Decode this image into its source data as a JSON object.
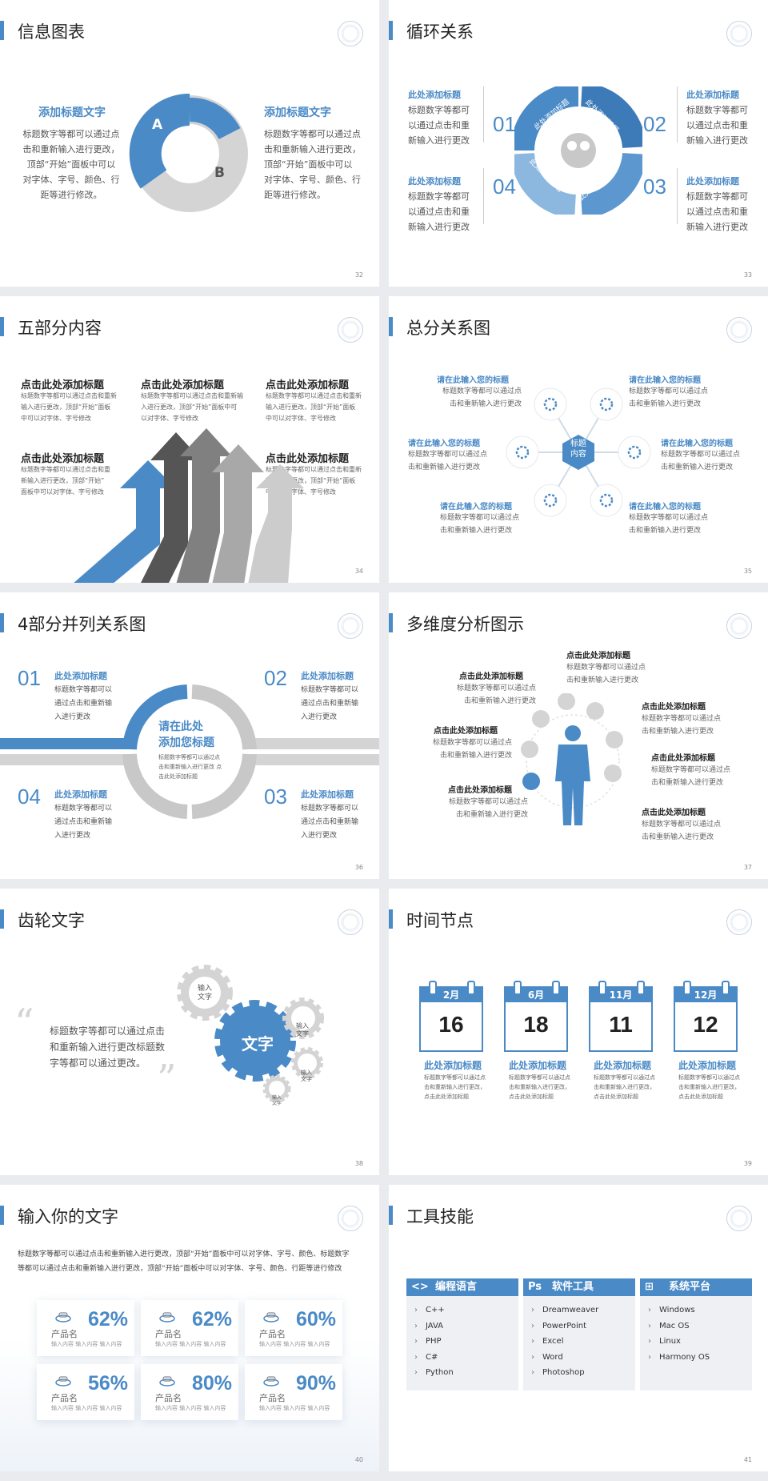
{
  "colors": {
    "accent": "#4a8ac6",
    "grey": "#d4d4d4",
    "dark": "#555555"
  },
  "s32": {
    "title": "信息图表",
    "page": "32",
    "left_h": "添加标题文字",
    "right_h": "添加标题文字",
    "left_lines": [
      "标题数字等都可以通过点",
      "击和重新输入进行更改，",
      "顶部“开始”面板中可以",
      "对字体、字号、颜色、行",
      "距等进行修改。"
    ],
    "right_lines": [
      "标题数字等都可以通过点",
      "击和重新输入进行更改，",
      "顶部“开始”面板中可以",
      "对字体、字号、颜色、行",
      "距等进行修改。"
    ],
    "a": "A",
    "b": "B"
  },
  "s33": {
    "title": "循环关系",
    "page": "33",
    "items": [
      {
        "num": "01",
        "h": "此处添加标题",
        "lines": [
          "标题数字等都可",
          "以通过点击和重",
          "新输入进行更改"
        ]
      },
      {
        "num": "02",
        "h": "此处添加标题",
        "lines": [
          "标题数字等都可",
          "以通过点击和重",
          "新输入进行更改"
        ]
      },
      {
        "num": "03",
        "h": "此处添加标题",
        "lines": [
          "标题数字等都可",
          "以通过点击和重",
          "新输入进行更改"
        ]
      },
      {
        "num": "04",
        "h": "此处添加标题",
        "lines": [
          "标题数字等都可",
          "以通过点击和重",
          "新输入进行更改"
        ]
      }
    ],
    "arc_labels": [
      "此处添加标题",
      "此处添加标题",
      "此处添加标题",
      "此处添加标题"
    ]
  },
  "s34": {
    "title": "五部分内容",
    "page": "34",
    "items": [
      {
        "h": "点击此处添加标题",
        "lines": [
          "标题数字等都可以通过点击和重新",
          "输入进行更改，顶部“开始”面板",
          "中可以对字体、字号修改"
        ]
      },
      {
        "h": "点击此处添加标题",
        "lines": [
          "标题数字等都可以通过点击和重新输",
          "入进行更改，顶部“开始”面板中可",
          "以对字体、字号修改"
        ]
      },
      {
        "h": "点击此处添加标题",
        "lines": [
          "标题数字等都可以通过点击和重新",
          "输入进行更改，顶部“开始”面板",
          "中可以对字体、字号修改"
        ]
      },
      {
        "h": "点击此处添加标题",
        "lines": [
          "标题数字等都可以通过点击和重",
          "新输入进行更改，顶部“开始”",
          "面板中可以对字体、字号修改"
        ]
      },
      {
        "h": "点击此处添加标题",
        "lines": [
          "标题数字等都可以通过点击和重新",
          "输入进行更改，顶部“开始”面板",
          "中可以对字体、字号修改"
        ]
      }
    ]
  },
  "s35": {
    "title": "总分关系图",
    "page": "35",
    "center": [
      "标题",
      "内容"
    ],
    "items": [
      {
        "h": "请在此输入您的标题",
        "lines": [
          "标题数字等都可以通过点",
          "击和重新输入进行更改"
        ]
      },
      {
        "h": "请在此输入您的标题",
        "lines": [
          "标题数字等都可以通过点",
          "击和重新输入进行更改"
        ]
      },
      {
        "h": "请在此输入您的标题",
        "lines": [
          "标题数字等都可以通过点",
          "击和重新输入进行更改"
        ]
      },
      {
        "h": "请在此输入您的标题",
        "lines": [
          "标题数字等都可以通过点",
          "击和重新输入进行更改"
        ]
      },
      {
        "h": "请在此输入您的标题",
        "lines": [
          "标题数字等都可以通过点",
          "击和重新输入进行更改"
        ]
      },
      {
        "h": "请在此输入您的标题",
        "lines": [
          "标题数字等都可以通过点",
          "击和重新输入进行更改"
        ]
      }
    ]
  },
  "s36": {
    "title": "4部分并列关系图",
    "page": "36",
    "center_h": [
      "请在此处",
      "添加您标题"
    ],
    "center_lines": [
      "标题数字等都可以通过点",
      "击和重新输入进行更改 点",
      "击此处添加标题"
    ],
    "items": [
      {
        "num": "01",
        "h": "此处添加标题",
        "lines": [
          "标题数字等都可以",
          "通过点击和重新输",
          "入进行更改"
        ]
      },
      {
        "num": "02",
        "h": "此处添加标题",
        "lines": [
          "标题数字等都可以",
          "通过点击和重新输",
          "入进行更改"
        ]
      },
      {
        "num": "03",
        "h": "此处添加标题",
        "lines": [
          "标题数字等都可以",
          "通过点击和重新输",
          "入进行更改"
        ]
      },
      {
        "num": "04",
        "h": "此处添加标题",
        "lines": [
          "标题数字等都可以",
          "通过点击和重新输",
          "入进行更改"
        ]
      }
    ]
  },
  "s37": {
    "title": "多维度分析图示",
    "page": "37",
    "items": [
      {
        "h": "点击此处添加标题",
        "lines": [
          "标题数字等都可以通过点",
          "击和重新输入进行更改"
        ]
      },
      {
        "h": "点击此处添加标题",
        "lines": [
          "标题数字等都可以通过点",
          "击和重新输入进行更改"
        ]
      },
      {
        "h": "点击此处添加标题",
        "lines": [
          "标题数字等都可以通过点",
          "击和重新输入进行更改"
        ]
      },
      {
        "h": "点击此处添加标题",
        "lines": [
          "标题数字等都可以通过点",
          "击和重新输入进行更改"
        ]
      },
      {
        "h": "点击此处添加标题",
        "lines": [
          "标题数字等都可以通过点",
          "击和重新输入进行更改"
        ]
      },
      {
        "h": "点击此处添加标题",
        "lines": [
          "标题数字等都可以通过点",
          "击和重新输入进行更改"
        ]
      },
      {
        "h": "点击此处添加标题",
        "lines": [
          "标题数字等都可以通过点",
          "击和重新输入进行更改"
        ]
      }
    ]
  },
  "s38": {
    "title": "齿轮文字",
    "page": "38",
    "quote_lines": [
      "标题数字等都可以通过点击",
      "和重新输入进行更改标题数",
      "字等都可以通过更改。"
    ],
    "gear_main": "文字",
    "gear_small": [
      "输入文字",
      "输入文字",
      "输入文字",
      "输入文字"
    ]
  },
  "s39": {
    "title": "时间节点",
    "page": "39",
    "items": [
      {
        "month": "2月",
        "day": "16",
        "h": "此处添加标题",
        "lines": [
          "标题数字等都可以通过点",
          "击和重新输入进行更改，",
          "点击此处添加标题"
        ]
      },
      {
        "month": "6月",
        "day": "18",
        "h": "此处添加标题",
        "lines": [
          "标题数字等都可以通过点",
          "击和重新输入进行更改，",
          "点击此处添加标题"
        ]
      },
      {
        "month": "11月",
        "day": "11",
        "h": "此处添加标题",
        "lines": [
          "标题数字等都可以通过点",
          "击和重新输入进行更改，",
          "点击此处添加标题"
        ]
      },
      {
        "month": "12月",
        "day": "12",
        "h": "此处添加标题",
        "lines": [
          "标题数字等都可以通过点",
          "击和重新输入进行更改，",
          "点击此处添加标题"
        ]
      }
    ]
  },
  "s40": {
    "title": "输入你的文字",
    "page": "40",
    "intro": [
      "标题数字等都可以通过点击和重新输入进行更改，顶部“开始”面板中可以对字体、字号、颜色、标题数字",
      "等都可以通过点击和重新输入进行更改，顶部“开始”面板中可以对字体、字号、颜色、行距等进行修改"
    ],
    "cards": [
      {
        "pct": "62%",
        "name": "产品名",
        "sub": "输入内容  输入内容  输入内容"
      },
      {
        "pct": "62%",
        "name": "产品名",
        "sub": "输入内容  输入内容  输入内容"
      },
      {
        "pct": "60%",
        "name": "产品名",
        "sub": "输入内容  输入内容  输入内容"
      },
      {
        "pct": "56%",
        "name": "产品名",
        "sub": "输入内容  输入内容  输入内容"
      },
      {
        "pct": "80%",
        "name": "产品名",
        "sub": "输入内容  输入内容  输入内容"
      },
      {
        "pct": "90%",
        "name": "产品名",
        "sub": "输入内容  输入内容  输入内容"
      }
    ]
  },
  "s41": {
    "title": "工具技能",
    "page": "41",
    "cols": [
      {
        "icon": "<>",
        "label": "编程语言",
        "items": [
          "C++",
          "JAVA",
          "PHP",
          "C#",
          "Python"
        ]
      },
      {
        "icon": "Ps",
        "label": "软件工具",
        "items": [
          "Dreamweaver",
          "PowerPoint",
          "Excel",
          "Word",
          "Photoshop"
        ]
      },
      {
        "icon": "⊞",
        "label": "系统平台",
        "items": [
          "Windows",
          "Mac OS",
          "Linux",
          "Harmony OS"
        ]
      }
    ]
  }
}
